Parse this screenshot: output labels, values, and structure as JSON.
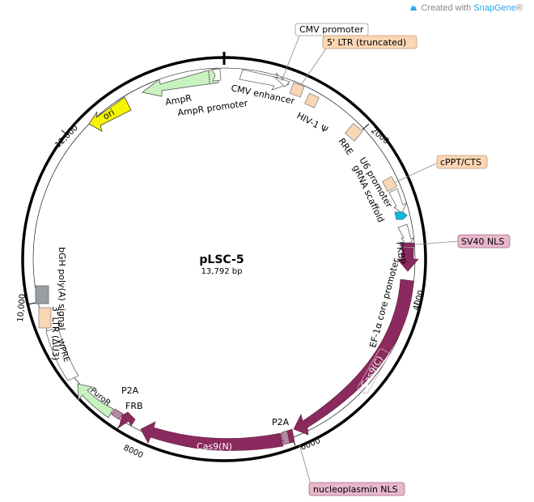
{
  "branding": {
    "prefix": "Created with ",
    "name": "SnapGene",
    "mark": "®"
  },
  "plasmid": {
    "name": "pLSC-5",
    "size_label": "13,792 bp"
  },
  "colors": {
    "magenta": "#8b2a5e",
    "yellow": "#f5f500",
    "green": "#c8f3c0",
    "peach": "#fad6b4",
    "cyan": "#12b8d9",
    "gray": "#9a9ea3",
    "white": "#ffffff",
    "nls_pink": "#e8b7cb",
    "p2a": "#b08aa1"
  },
  "scale": {
    "ticks": [
      "2000",
      "4000",
      "6000",
      "8000",
      "10,000",
      "12,000"
    ],
    "origin_tick": true
  },
  "features": [
    {
      "label": "AmpR",
      "type": "gene",
      "color": "#c8f3c0"
    },
    {
      "label": "AmpR promoter",
      "type": "promoter",
      "color": "#ffffff"
    },
    {
      "label": "ori",
      "type": "rep_origin",
      "color": "#f5f500"
    },
    {
      "label": "CMV enhancer",
      "type": "enhancer",
      "color": "#ffffff"
    },
    {
      "label": "CMV promoter",
      "type": "promoter",
      "color": "#ffffff",
      "boxed": true
    },
    {
      "label": "5' LTR (truncated)",
      "type": "LTR",
      "color": "#fad6b4",
      "boxed": true
    },
    {
      "label": "HIV-1 Ψ",
      "type": "misc",
      "color": "#fad6b4"
    },
    {
      "label": "RRE",
      "type": "misc",
      "color": "#fad6b4"
    },
    {
      "label": "cPPT/CTS",
      "type": "misc",
      "color": "#fad6b4",
      "boxed": true
    },
    {
      "label": "U6 promoter",
      "type": "promoter",
      "color": "#ffffff"
    },
    {
      "label": "gRNA scaffold",
      "type": "misc_RNA",
      "color": "#12b8d9"
    },
    {
      "label": "EF-1α core promoter",
      "type": "promoter",
      "color": "#ffffff"
    },
    {
      "label": "FKBP",
      "type": "CDS",
      "color": "#8b2a5e"
    },
    {
      "label": "SV40 NLS",
      "type": "NLS",
      "color": "#8b2a5e",
      "boxed": true
    },
    {
      "label": "Cas9(C)",
      "type": "CDS",
      "color": "#8b2a5e",
      "boxed": true
    },
    {
      "label": "P2A",
      "type": "CDS",
      "color": "#b08aa1"
    },
    {
      "label": "nucleoplasmin NLS",
      "type": "NLS",
      "color": "#8b2a5e",
      "boxed": true
    },
    {
      "label": "Cas9(N)",
      "type": "CDS",
      "color": "#8b2a5e"
    },
    {
      "label": "FRB",
      "type": "CDS",
      "color": "#8b2a5e"
    },
    {
      "label": "P2A",
      "type": "CDS",
      "color": "#b08aa1"
    },
    {
      "label": "PuroR",
      "type": "CDS",
      "color": "#c8f3c0"
    },
    {
      "label": "WPRE",
      "type": "misc",
      "color": "#ffffff"
    },
    {
      "label": "3' LTR (ΔU3)",
      "type": "LTR",
      "color": "#fad6b4"
    },
    {
      "label": "bGH poly(A) signal",
      "type": "polyA",
      "color": "#9a9ea3"
    }
  ]
}
